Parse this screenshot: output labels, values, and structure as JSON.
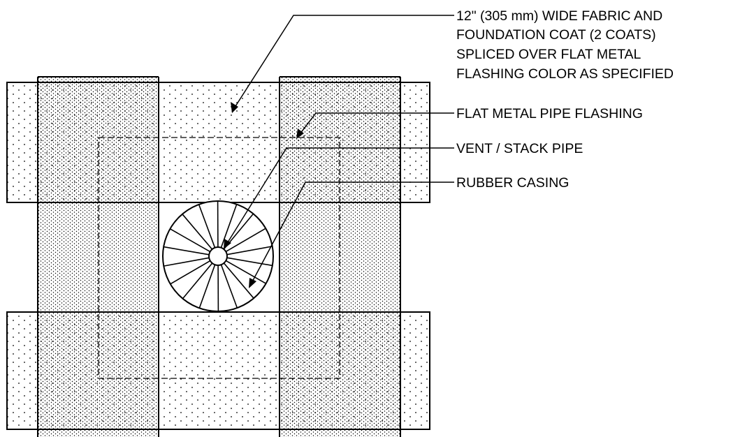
{
  "labels": {
    "fabric_line1": "12\" (305 mm) WIDE FABRIC AND",
    "fabric_line2": "FOUNDATION COAT (2 COATS)",
    "fabric_line3": "SPLICED OVER FLAT METAL",
    "fabric_line4": "FLASHING COLOR AS SPECIFIED",
    "flat_metal": "FLAT METAL PIPE FLASHING",
    "vent_pipe": "VENT / STACK PIPE",
    "rubber_casing": "RUBBER CASING"
  },
  "colors": {
    "line": "#000000",
    "background": "#ffffff"
  }
}
